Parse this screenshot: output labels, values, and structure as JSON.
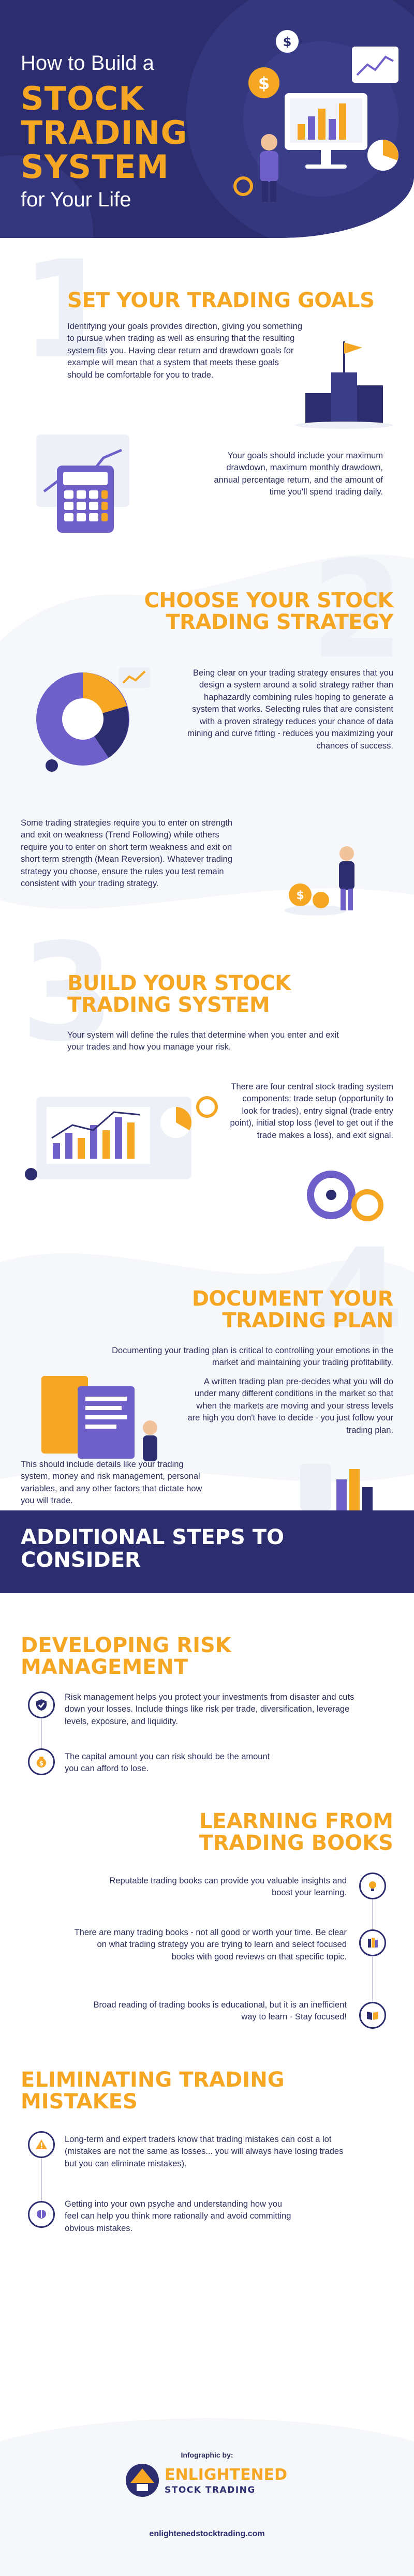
{
  "header": {
    "line1": "How to Build a",
    "line2": "STOCK",
    "line3": "TRADING",
    "line4": "SYSTEM",
    "line5": "for Your Life"
  },
  "sections": [
    {
      "number": "1",
      "title": "SET YOUR TRADING GOALS",
      "text1": "Identifying your goals provides direction, giving you something to pursue when trading as well as ensuring that the resulting system fits you. Having clear return and drawdown goals for example will mean that a system that meets these goals should be comfortable for you to trade.",
      "text2": "Your goals should include your maximum drawdown, maximum monthly drawdown, annual percentage return, and the amount of time you'll spend trading daily."
    },
    {
      "number": "2",
      "title_line1": "CHOOSE YOUR STOCK",
      "title_line2": "TRADING STRATEGY",
      "text1": "Being clear on your trading strategy ensures that you design a system around a solid strategy rather than haphazardly combining rules hoping to generate a system that works. Selecting rules that are consistent with a proven strategy reduces your chance of data mining and curve fitting - reduces you maximizing your chances of success.",
      "text2": "Some trading strategies require you to enter on strength and exit on weakness (Trend Following) while others require you to enter on short term weakness and exit on short term strength (Mean Reversion). Whatever trading strategy you choose, ensure the rules you test remain consistent with your trading strategy."
    },
    {
      "number": "3",
      "title_line1": "BUILD YOUR STOCK",
      "title_line2": "TRADING SYSTEM",
      "text1": "Your system will define the rules that determine when you enter and exit your trades and how you manage your risk.",
      "text2": "There are four central stock trading system components: trade setup (opportunity to look for trades), entry signal (trade entry point), initial stop loss (level to get out if the trade makes a loss), and exit signal."
    },
    {
      "number": "4",
      "title_line1": "DOCUMENT YOUR",
      "title_line2": "TRADING PLAN",
      "text1": "Documenting your trading plan is critical to controlling your emotions in the market and maintaining your trading profitability.",
      "text2": "A written trading plan pre-decides what you will do under many different conditions in the market so that when the markets are moving and your stress levels are high you don't have to decide - you just follow your trading plan.",
      "text3": "This should include details like your trading system, money and risk management, personal variables, and any other factors that dictate how you will trade."
    }
  ],
  "additional": {
    "title_line1": "ADDITIONAL STEPS TO",
    "title_line2": "CONSIDER",
    "risk": {
      "title_line1": "DEVELOPING RISK",
      "title_line2": "MANAGEMENT",
      "p1": "Risk management helps you protect your investments from disaster and cuts down your losses. Include things like risk per trade, diversification, leverage levels, exposure, and liquidity.",
      "p2": "The capital amount you can risk should be the amount you can afford to lose."
    },
    "books": {
      "title_line1": "LEARNING FROM",
      "title_line2": "TRADING BOOKS",
      "p1": "Reputable trading books can provide you valuable insights and boost your learning.",
      "p2": "There are many trading books - not all good or worth your time. Be clear on what trading strategy you are trying to learn and select focused books with good reviews on that specific topic.",
      "p3": "Broad reading of trading books is educational, but it is an inefficient way to learn - Stay focused!"
    },
    "mistakes": {
      "title_line1": "ELIMINATING TRADING",
      "title_line2": "MISTAKES",
      "p1": "Long-term and expert traders know that trading mistakes can cost a lot (mistakes are not the same as losses... you will always have losing trades but you can eliminate mistakes).",
      "p2": "Getting into your own psyche and understanding how you feel can help you think more rationally and avoid committing obvious mistakes."
    }
  },
  "footer": {
    "label": "Infographic by:",
    "brand_line1": "ENLIGHTENED",
    "brand_line2": "STOCK TRADING",
    "url": "enlightenedstocktrading.com"
  },
  "colors": {
    "navy": "#2b2d6e",
    "orange": "#f5a623",
    "purple": "#6f5fc9",
    "light": "#eef0f7"
  }
}
